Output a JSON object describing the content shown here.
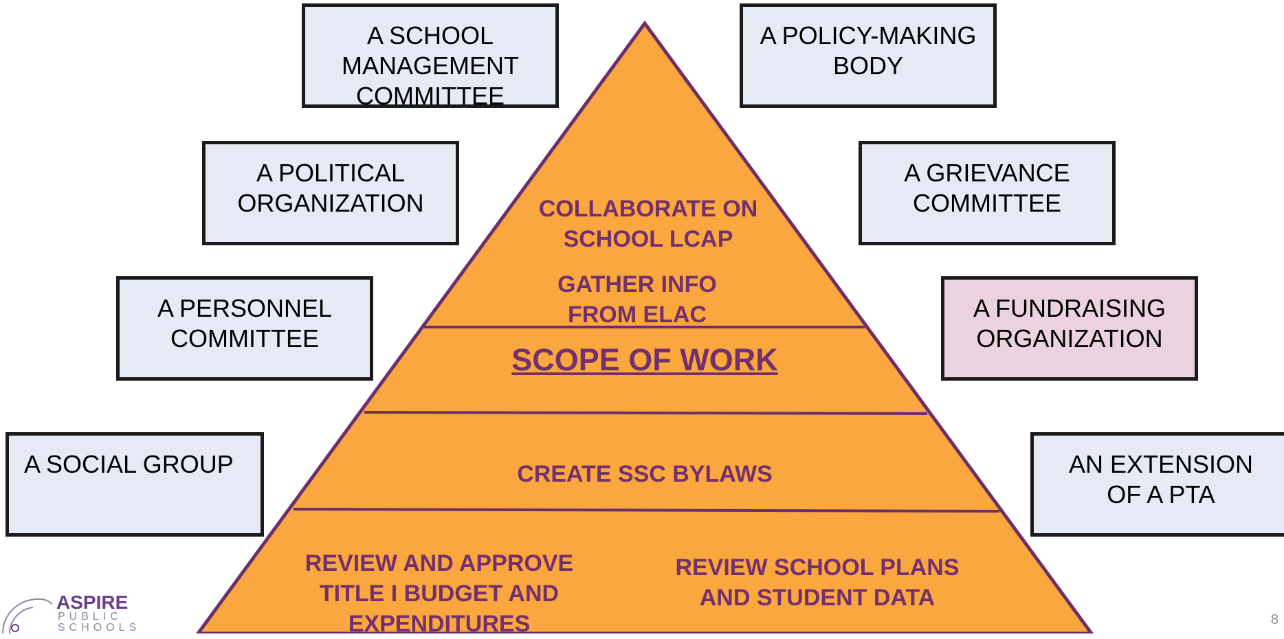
{
  "not_boxes": {
    "school_management": "A SCHOOL MANAGEMENT COMMITTEE",
    "policy_making": "A POLICY-MAKING BODY",
    "political": "A POLITICAL ORGANIZATION",
    "grievance": "A GRIEVANCE COMMITTEE",
    "personnel": "A PERSONNEL COMMITTEE",
    "fundraising": "A FUNDRAISING ORGANIZATION",
    "social": "A SOCIAL GROUP",
    "pta": "AN EXTENSION OF A PTA"
  },
  "pyramid": {
    "top_line1": "COLLABORATE ON",
    "top_line2": "SCHOOL LCAP",
    "gather_line1": "GATHER INFO",
    "gather_line2": "FROM ELAC",
    "scope": "SCOPE OF WORK",
    "bylaws": "CREATE SSC BYLAWS",
    "budget_line1": "REVIEW AND APPROVE",
    "budget_line2": "TITLE I BUDGET AND",
    "budget_line3": "EXPENDITURES",
    "plans_line1": "REVIEW SCHOOL PLANS",
    "plans_line2": "AND STUDENT DATA"
  },
  "logo": {
    "word": "ASPIRE",
    "sub": "PUBLIC SCHOOLS",
    "icon": "spiral-logo-icon"
  },
  "page_number": "8",
  "colors": {
    "pyramid_fill": "#f9a73e",
    "pyramid_text": "#73306e",
    "box_fill": "#e6eaf4",
    "box_fill_highlight": "#ead3de"
  }
}
